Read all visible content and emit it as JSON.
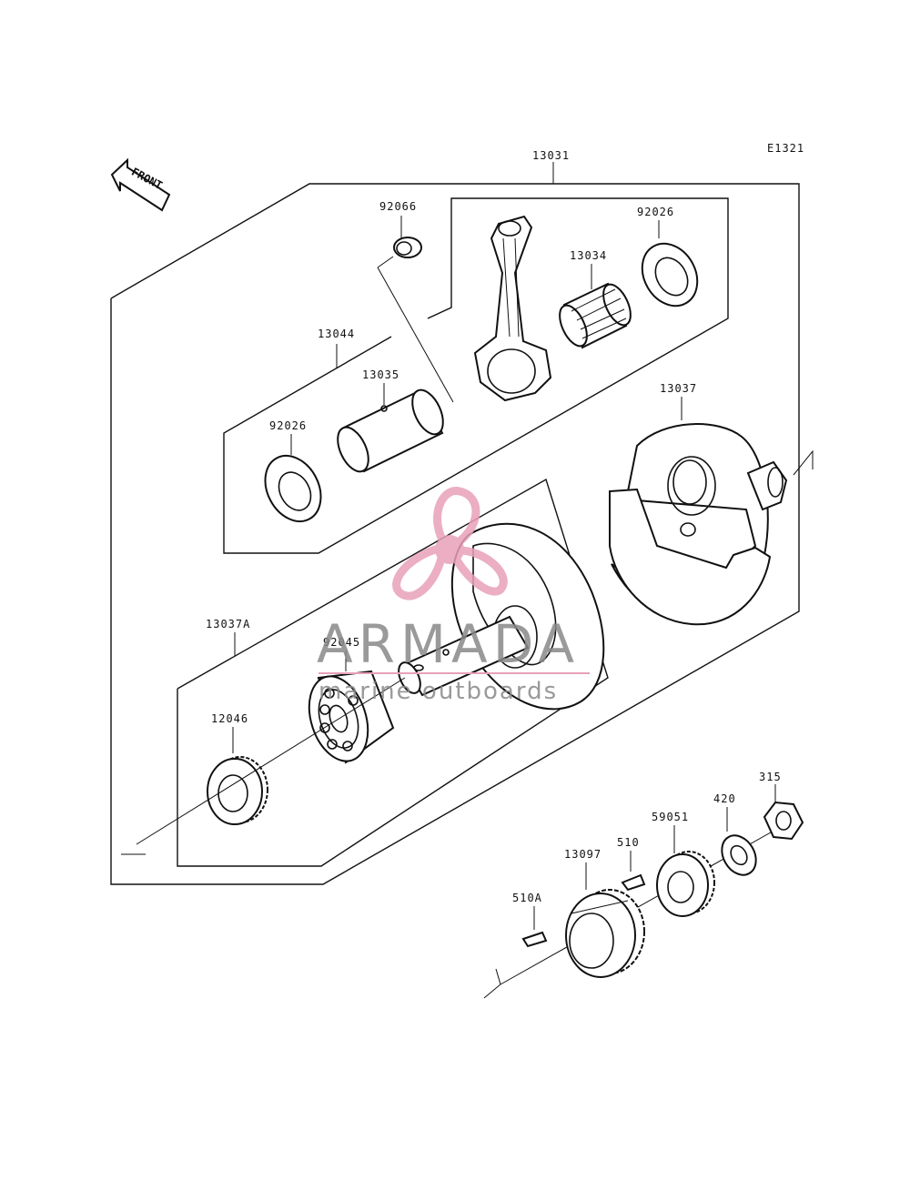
{
  "diagram_code": "E1321",
  "front_label": "FRONT",
  "labels": {
    "p13031": "13031",
    "p92066": "92066",
    "p92026a": "92026",
    "p13034": "13034",
    "p13044": "13044",
    "p13035": "13035",
    "p92026b": "92026",
    "p13037": "13037",
    "p13037A": "13037A",
    "p92045": "92045",
    "p12046": "12046",
    "p315": "315",
    "p420": "420",
    "p59051": "59051",
    "p510": "510",
    "p13097": "13097",
    "p510A": "510A"
  },
  "watermark": {
    "brand": "ARMADA",
    "tagline": "marine outboards",
    "logo_color": "#e8a0b8",
    "text_color": "#888888"
  }
}
